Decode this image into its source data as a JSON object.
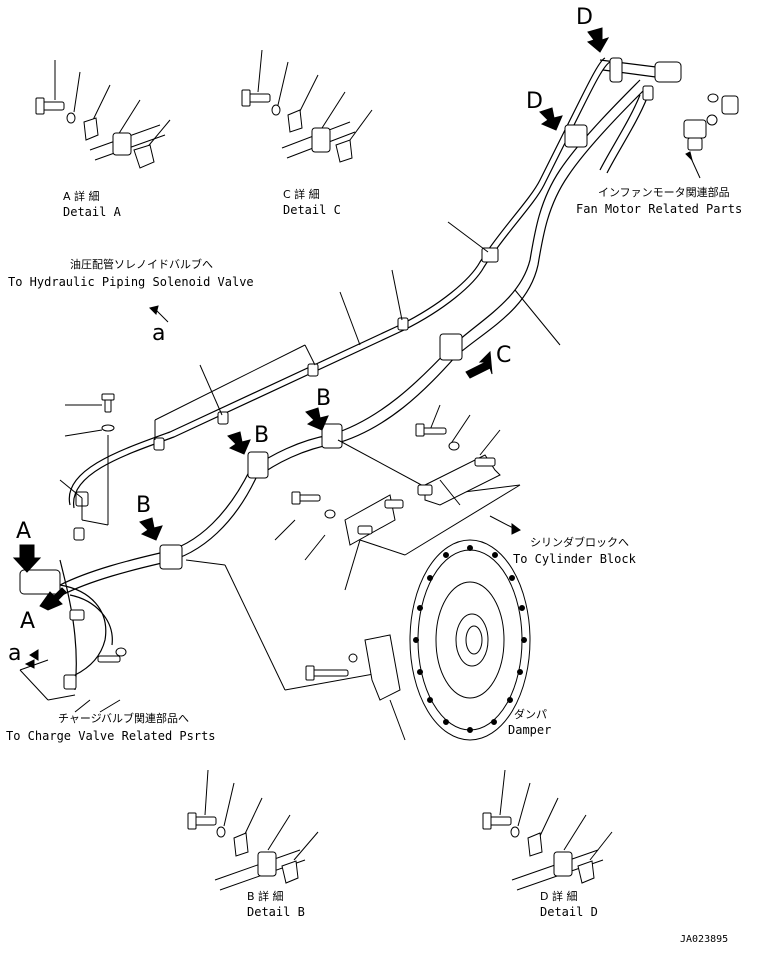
{
  "callouts": {
    "A1": "A",
    "A2": "A",
    "B1": "B",
    "B2": "B",
    "B3": "B",
    "C": "C",
    "D1": "D",
    "D2": "D",
    "a1": "a",
    "a2": "a"
  },
  "details": {
    "a": {
      "jp": "A 詳 細",
      "en": "Detail A"
    },
    "b": {
      "jp": "B 詳 細",
      "en": "Detail B"
    },
    "c": {
      "jp": "C 詳 細",
      "en": "Detail C"
    },
    "d": {
      "jp": "D 詳 細",
      "en": "Detail D"
    }
  },
  "labels": {
    "hydraulic_jp": "油圧配管ソレノイドバルブへ",
    "hydraulic_en": "To Hydraulic Piping Solenoid Valve",
    "fan_jp": "インファンモータ関連部品",
    "fan_en": "Fan Motor Related Parts",
    "cylinder_jp": "シリンダブロックへ",
    "cylinder_en": "To Cylinder Block",
    "charge_jp": "チャージバルブ関連部品へ",
    "charge_en": "To Charge Valve Related Psrts",
    "damper_jp": "ダンパ",
    "damper_en": "Damper"
  },
  "figure_id": "JA023895"
}
